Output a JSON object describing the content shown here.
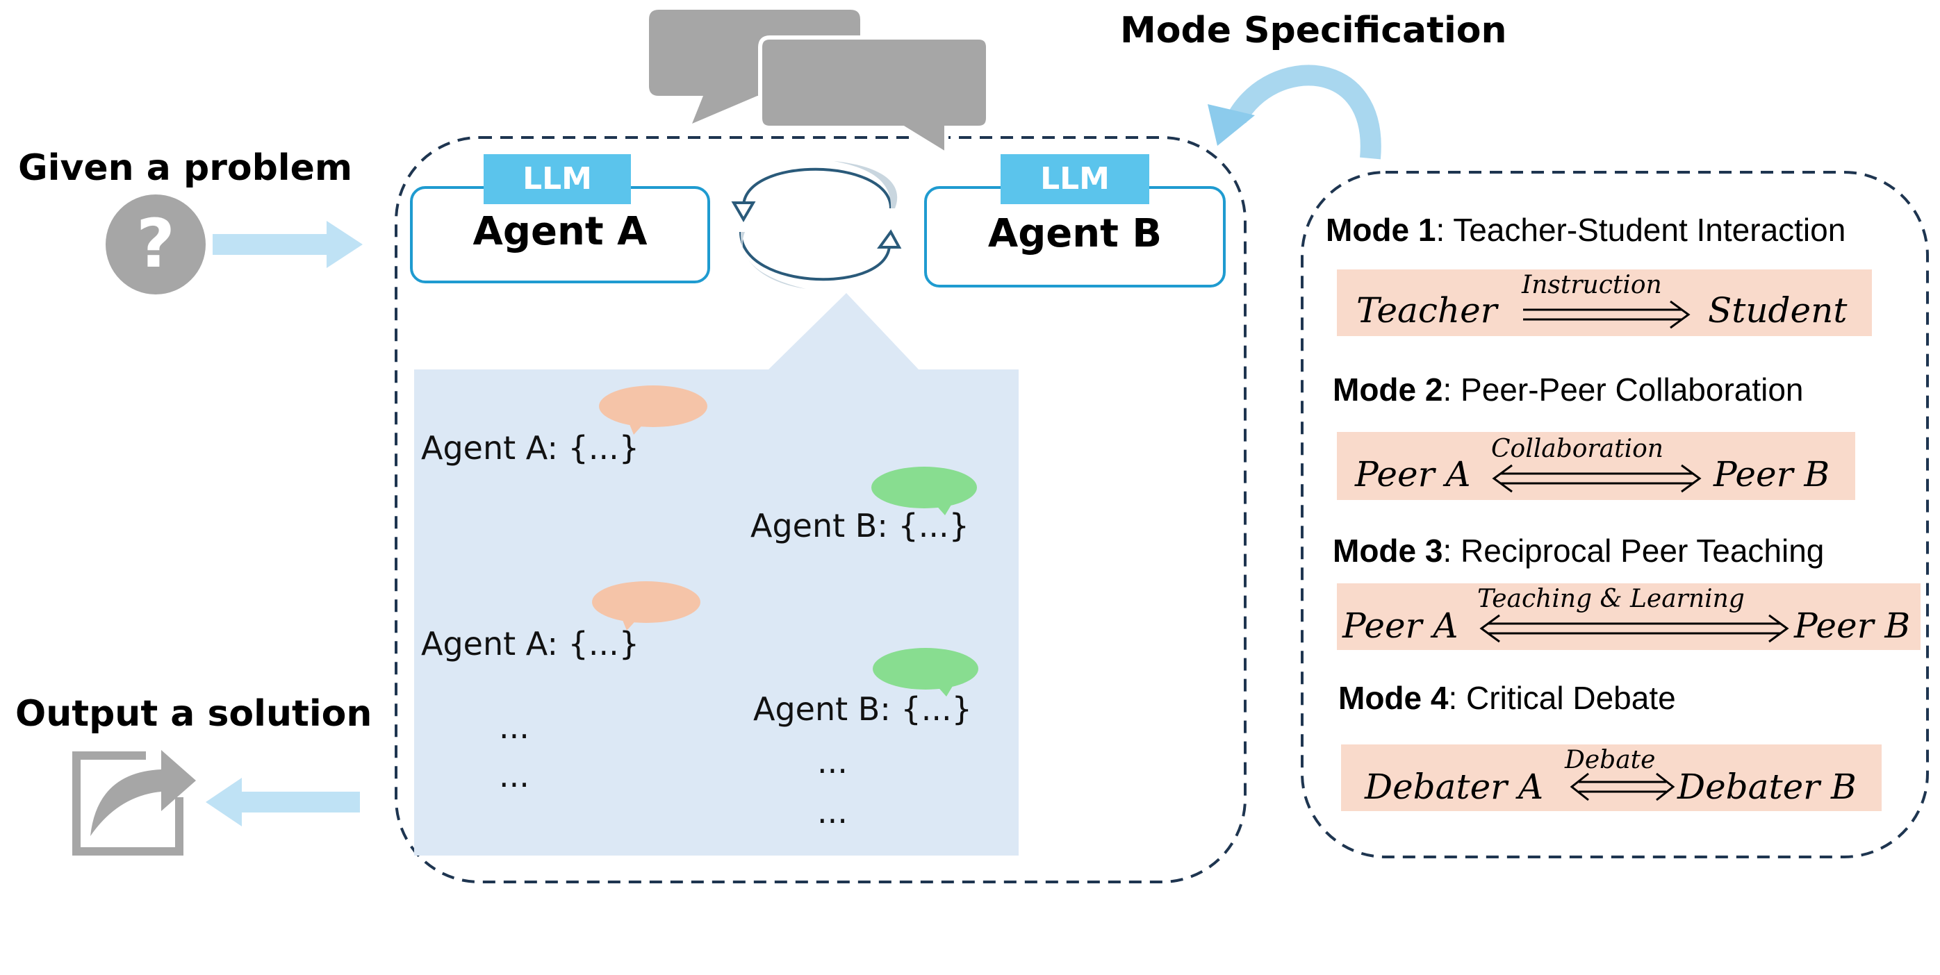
{
  "input": {
    "label": "Given a problem",
    "icon": "question-icon"
  },
  "output": {
    "label": "Output a solution",
    "icon": "export-icon"
  },
  "mode_spec": {
    "label": "Mode Specification"
  },
  "agents": [
    {
      "tag": "LLM",
      "name": "Agent A"
    },
    {
      "tag": "LLM",
      "name": "Agent B"
    }
  ],
  "dialogue": [
    {
      "text": "Agent A: {...}"
    },
    {
      "text": "Agent B: {...}"
    },
    {
      "text": "Agent A: {...}"
    },
    {
      "text": "Agent B: {...}"
    }
  ],
  "ellipsis": "...",
  "modes": [
    {
      "num": "Mode 1",
      "name": ": Teacher-Student Interaction",
      "left": "Teacher",
      "relation": "Instruction",
      "right": "Student",
      "arrow": "right"
    },
    {
      "num": "Mode 2",
      "name": ": Peer-Peer Collaboration",
      "left": "Peer A",
      "relation": "Collaboration",
      "right": "Peer B",
      "arrow": "both"
    },
    {
      "num": "Mode 3",
      "name": ": Reciprocal Peer Teaching",
      "left": "Peer A",
      "relation": "Teaching & Learning",
      "right": "Peer B",
      "arrow": "both"
    },
    {
      "num": "Mode 4",
      "name": ": Critical Debate",
      "left": "Debater A",
      "relation": "Debate",
      "right": "Debater B",
      "arrow": "both"
    }
  ],
  "colors": {
    "agent_a_bubble": "#f5c4a8",
    "agent_b_bubble": "#88dd90",
    "chat_panel": "#dce8f5",
    "mode_box": "#f9dacb",
    "llm_tag": "#5bc4ec",
    "accent_arrow": "#bfe2f5"
  }
}
